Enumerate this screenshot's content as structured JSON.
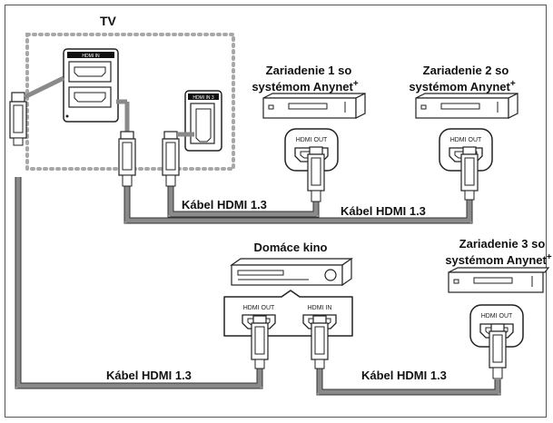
{
  "tv": {
    "label": "TV",
    "port_hdmi_in_1": "HDMI IN",
    "port_hdmi_in_3": "HDMI IN 3"
  },
  "device1": {
    "name_line1": "Zariadenie 1 so",
    "name_line2": "systémom Anynet",
    "sup": "+",
    "port": "HDMI OUT"
  },
  "device2": {
    "name_line1": "Zariadenie 2 so",
    "name_line2": "systémom Anynet",
    "sup": "+",
    "port": "HDMI OUT"
  },
  "device3": {
    "name_line1": "Zariadenie 3 so",
    "name_line2": "systémom Anynet",
    "sup": "+",
    "port": "HDMI OUT"
  },
  "home_theater": {
    "name": "Domáce kino",
    "port_out": "HDMI OUT",
    "port_in": "HDMI IN"
  },
  "cables": {
    "cable_tv_device1": "Kábel HDMI 1.3",
    "cable_tv_device2": "Kábel HDMI 1.3",
    "cable_tv_home_theater": "Kábel HDMI 1.3",
    "cable_home_theater_device3": "Kábel HDMI 1.3"
  },
  "colors": {
    "cable": "#8a8a8a",
    "outline": "#222222",
    "dotted": "#a8a8a8"
  }
}
